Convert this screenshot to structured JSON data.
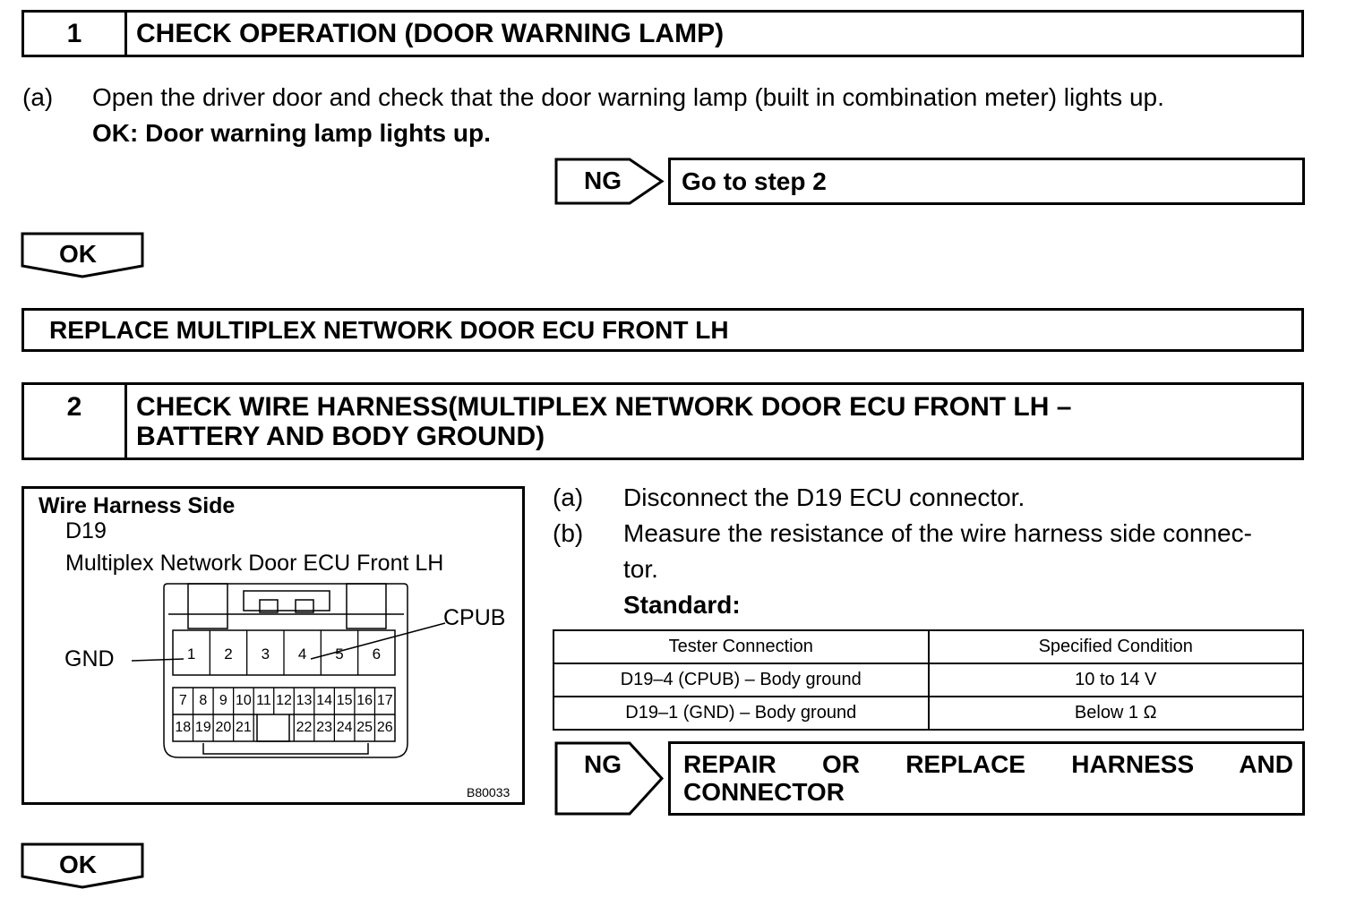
{
  "step1": {
    "number": "1",
    "title": "CHECK OPERATION (DOOR WARNING LAMP)",
    "item_a_label": "(a)",
    "item_a_text": "Open the driver door and check that the door warning lamp (built in combination meter) lights up.",
    "ok_condition": "OK: Door warning lamp lights up.",
    "ng_label": "NG",
    "ng_result": "Go to step 2",
    "ok_label": "OK",
    "ok_result": "REPLACE MULTIPLEX NETWORK DOOR ECU FRONT LH"
  },
  "step2": {
    "number": "2",
    "title_line1": "CHECK WIRE HARNESS(MULTIPLEX NETWORK DOOR ECU FRONT LH –",
    "title_line2": "BATTERY AND BODY GROUND)",
    "figure": {
      "heading": "Wire Harness Side",
      "connector_code": "D19",
      "connector_name": "Multiplex Network Door ECU Front LH",
      "gnd_label": "GND",
      "cpub_label": "CPUB",
      "figure_id": "B80033",
      "pins_top": [
        "1",
        "2",
        "3",
        "4",
        "5",
        "6"
      ],
      "pins_mid": [
        "7",
        "8",
        "9",
        "10",
        "11",
        "12",
        "13",
        "14",
        "15",
        "16",
        "17"
      ],
      "pins_bot_left": [
        "18",
        "19",
        "20",
        "21"
      ],
      "pins_bot_right": [
        "22",
        "23",
        "24",
        "25",
        "26"
      ]
    },
    "item_a_label": "(a)",
    "item_a_text": "Disconnect the D19 ECU connector.",
    "item_b_label": "(b)",
    "item_b_text_line1": "Measure the resistance of the wire harness side connec-",
    "item_b_text_line2": "tor.",
    "standard_label": "Standard:",
    "table": {
      "headers": [
        "Tester Connection",
        "Specified Condition"
      ],
      "rows": [
        [
          "D19–4 (CPUB) – Body ground",
          "10 to 14 V"
        ],
        [
          "D19–1 (GND) – Body ground",
          "Below 1 Ω"
        ]
      ]
    },
    "ng_label": "NG",
    "ng_result_line1": "REPAIR OR REPLACE HARNESS AND",
    "ng_result_line2": "CONNECTOR",
    "ok_label": "OK"
  }
}
